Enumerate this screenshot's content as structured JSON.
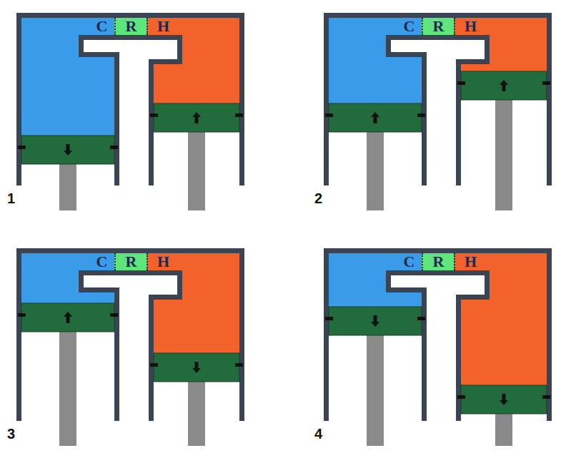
{
  "diagram": {
    "nodes": [
      {
        "text": [
          "C"
        ]
      },
      {
        "text": [
          "R"
        ]
      },
      {
        "text": [
          "H"
        ]
      },
      {
        "text": [
          "C"
        ]
      },
      {
        "text": [
          "R"
        ]
      },
      {
        "text": [
          "H"
        ]
      },
      {
        "text": [
          "C"
        ]
      },
      {
        "text": [
          "R"
        ]
      },
      {
        "text": [
          "H"
        ]
      },
      {
        "text": [
          "C"
        ]
      },
      {
        "text": [
          "R"
        ]
      },
      {
        "text": [
          "H"
        ]
      }
    ],
    "labels": [
      "1",
      "2",
      "3",
      "4"
    ]
  }
}
